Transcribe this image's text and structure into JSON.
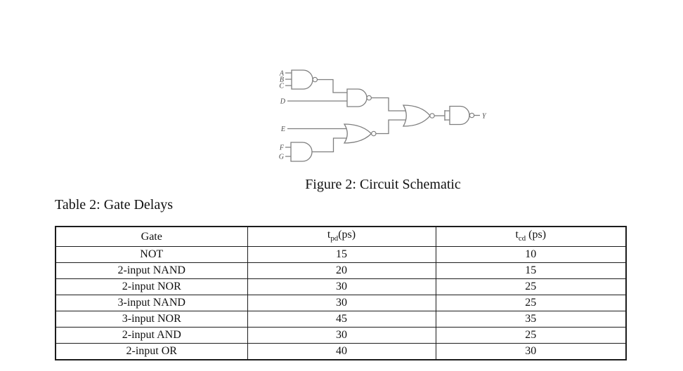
{
  "page": {
    "background": "#ffffff",
    "text_color": "#111111"
  },
  "figure": {
    "caption": "Figure 2: Circuit Schematic",
    "line_color": "#7e7e7e",
    "label_color": "#4a4a4a",
    "input_labels": {
      "a": "A",
      "b": "B",
      "c": "C",
      "d": "D",
      "e": "E",
      "f": "F",
      "g": "G"
    },
    "output_label": "Y",
    "gates": [
      {
        "type": "3-input NAND",
        "inputs": "A, B, C"
      },
      {
        "type": "2-input NAND",
        "inputs": "NAND(A,B,C) output, D"
      },
      {
        "type": "2-input AND",
        "inputs": "F, G"
      },
      {
        "type": "2-input NOR",
        "inputs": "E, AND(F,G) output"
      },
      {
        "type": "2-input NOR",
        "inputs": "NAND stage output, NOR stage output"
      },
      {
        "type": "2-input NAND wired as inverter",
        "inputs": "NOR output tied to both inputs",
        "output": "Y"
      }
    ]
  },
  "table": {
    "title": "Table 2: Gate Delays",
    "columns": [
      {
        "label": "Gate"
      },
      {
        "base": "t",
        "sub": "pd",
        "rest": "(ps)"
      },
      {
        "base": "t",
        "sub": "cd",
        "rest": " (ps)"
      }
    ],
    "rows": [
      {
        "gate": "NOT",
        "tpd": "15",
        "tcd": "10"
      },
      {
        "gate": "2-input NAND",
        "tpd": "20",
        "tcd": "15"
      },
      {
        "gate": "2-input NOR",
        "tpd": "30",
        "tcd": "25"
      },
      {
        "gate": "3-input NAND",
        "tpd": "30",
        "tcd": "25"
      },
      {
        "gate": "3-input NOR",
        "tpd": "45",
        "tcd": "35"
      },
      {
        "gate": "2-input AND",
        "tpd": "30",
        "tcd": "25"
      },
      {
        "gate": "2-input OR",
        "tpd": "40",
        "tcd": "30"
      }
    ]
  }
}
